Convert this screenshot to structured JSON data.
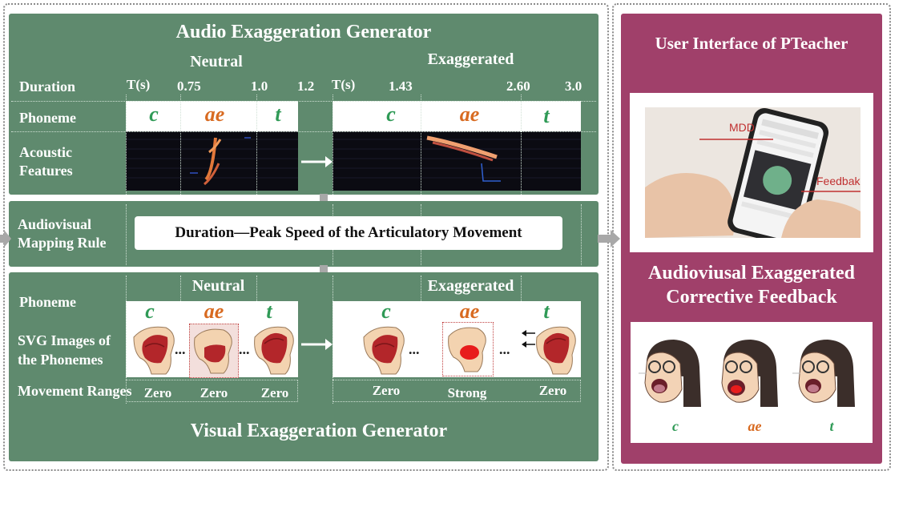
{
  "audio_generator": {
    "title": "Audio Exaggeration Generator",
    "neutral_label": "Neutral",
    "exaggerated_label": "Exaggerated",
    "duration_label": "Duration",
    "phoneme_label": "Phoneme",
    "acoustic_label_1": "Acoustic",
    "acoustic_label_2": "Features",
    "neutral_ticks": [
      "T(s)",
      "0.75",
      "1.0",
      "1.2"
    ],
    "exaggerated_ticks": [
      "T(s)",
      "1.43",
      "2.60",
      "3.0"
    ],
    "phonemes": [
      "c",
      "ae",
      "t"
    ]
  },
  "mapping": {
    "label_1": "Audiovisual",
    "label_2": "Mapping Rule",
    "rule": "Duration—Peak Speed of the Articulatory Movement"
  },
  "visual_generator": {
    "title": "Visual Exaggeration Generator",
    "neutral_label": "Neutral",
    "exaggerated_label": "Exaggerated",
    "phoneme_label": "Phoneme",
    "svg_label_1": "SVG Images of",
    "svg_label_2": "the Phonemes",
    "movement_label": "Movement Ranges",
    "phonemes": [
      "c",
      "ae",
      "t"
    ],
    "neutral_ranges": [
      "Zero",
      "Zero",
      "Zero"
    ],
    "exaggerated_ranges": [
      "Zero",
      "Strong",
      "Zero"
    ],
    "ellipsis": "..."
  },
  "pteacher": {
    "title": "User Interface of PTeacher",
    "mdd_label": "MDD",
    "feedback_label": "Feedbak",
    "feedback_title_1": "Audioviusal Exaggerated",
    "feedback_title_2": "Corrective Feedback",
    "faces": [
      "c",
      "ae",
      "t"
    ]
  },
  "colors": {
    "green_panel": "#5f8a6e",
    "maroon_panel": "#a0406a",
    "phoneme_green": "#2f9a56",
    "phoneme_orange": "#d86a20",
    "tongue_red": "#c0262b"
  }
}
